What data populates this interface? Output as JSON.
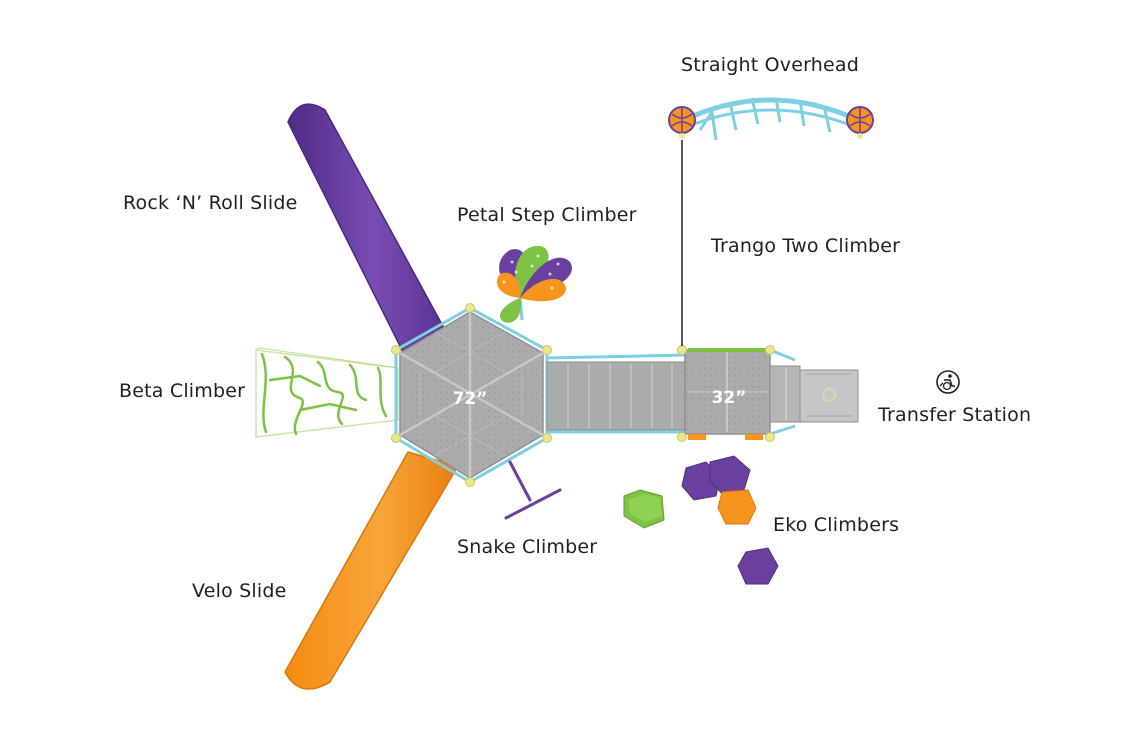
{
  "labels": {
    "straight_overhead": "Straight Overhead",
    "rock_n_roll_slide": "Rock ‘N’ Roll Slide",
    "petal_step_climber": "Petal Step Climber",
    "trango_two_climber": "Trango Two Climber",
    "beta_climber": "Beta Climber",
    "transfer_station": "Transfer Station",
    "eko_climbers": "Eko Climbers",
    "snake_climber": "Snake Climber",
    "velo_slide": "Velo Slide"
  },
  "deck_heights": {
    "hex_deck": "72”",
    "square_deck": "32”"
  },
  "icons": {
    "accessibility": "wheelchair-transfer-icon"
  },
  "colors": {
    "purple": "#6b3fa0",
    "orange": "#f7941d",
    "green": "#7dc242",
    "cyan": "#7fcfe3",
    "deck_gray": "#a9abad",
    "deck_light": "#c6c8ca",
    "post_yellow": "#ece78a"
  }
}
